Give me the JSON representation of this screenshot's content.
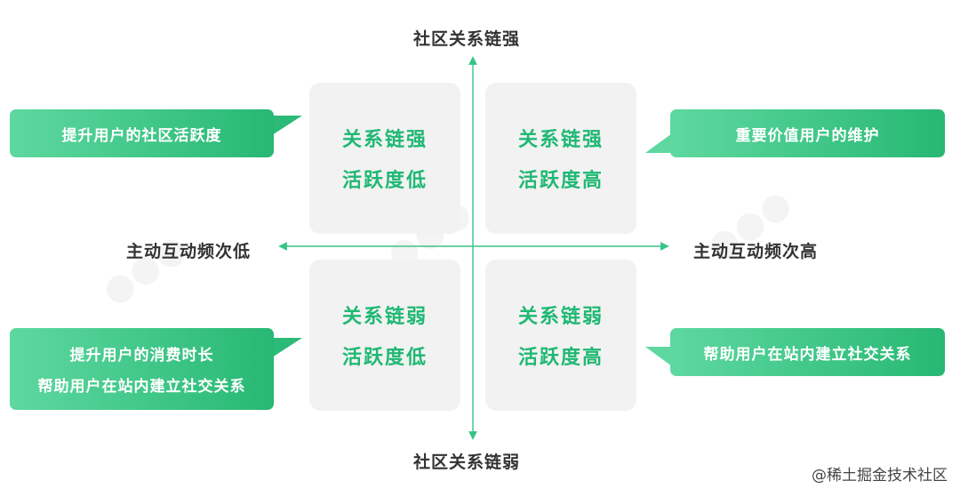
{
  "axes": {
    "top": "社区关系链强",
    "bottom": "社区关系链弱",
    "left": "主动互动频次低",
    "right": "主动互动频次高"
  },
  "quadrants": {
    "top_left": {
      "line1": "关系链强",
      "line2": "活跃度低"
    },
    "top_right": {
      "line1": "关系链强",
      "line2": "活跃度高"
    },
    "bottom_left": {
      "line1": "关系链弱",
      "line2": "活跃度低"
    },
    "bottom_right": {
      "line1": "关系链弱",
      "line2": "活跃度高"
    }
  },
  "callouts": {
    "top_left": [
      "提升用户的社区活跃度"
    ],
    "top_right": [
      "重要价值用户的维护"
    ],
    "bottom_left": [
      "提升用户的消费时长",
      "帮助用户在站内建立社交关系"
    ],
    "bottom_right": [
      "帮助用户在站内建立社交关系"
    ]
  },
  "credit": "@稀土掘金技术社区",
  "colors": {
    "quadrant_text": "#1fb873",
    "axis_line": "#36c486",
    "bubble_start": "#5ed8a0",
    "bubble_end": "#27b873"
  }
}
